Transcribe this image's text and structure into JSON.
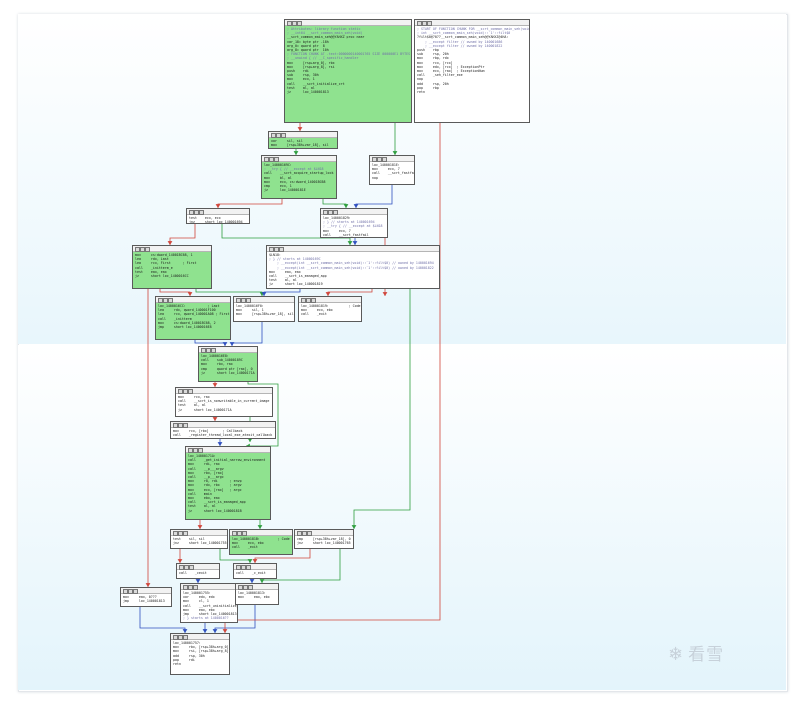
{
  "graph": {
    "nodes": [
      {
        "id": "entry",
        "green": true,
        "lines": [
          "",
          "; Attributes: library function static",
          "",
          "; __int64 __scrt_common_main_seh(void)",
          "__scrt_common_main_seh@@YAHXZ proc near",
          "",
          "var_18= byte ptr -18h",
          "arg_0= qword ptr  8",
          "arg_8= qword ptr  10h",
          "",
          "; FUNCTION CHUNK AT .text:0000000140001765 SIZE 000000E1 BYTES",
          "",
          "; __unwind { // __C_specific_handler",
          "mov     [rsp+arg_0], rbx",
          "mov     [rsp+arg_8], rsi",
          "push    rdi",
          "sub     rsp, 30h",
          "mov     ecx, 1",
          "call    __scrt_initialize_crt",
          "test    al, al",
          "jz      loc_140001813"
        ]
      },
      {
        "id": "chunk",
        "green": false,
        "lines": [
          "; START OF FUNCTION CHUNK FOR __scrt_common_main_seh(void)",
          "",
          "; int __scrt_common_main_seh(void)::`1'::filt$0",
          "?filt$0@?0??__scrt_common_main_seh@@YAHXZ@4HA:",
          "    ; __except filter // owned by 140001686",
          "    ; __except filter // owned by 140001822",
          "push    rbp",
          "sub     rsp, 20h",
          "mov     rbp, rdx",
          "mov     rcx, [rcx]",
          "mov     edx, [rcx]  ; ExceptionPtr",
          "mov     ecx, [rax]  ; ExceptionNum",
          "call    _seh_filter_exe",
          "nop",
          "add     rsp, 20h",
          "pop     rbp",
          "retn"
        ]
      },
      {
        "id": "n1",
        "green": true,
        "lines": [
          "xor     sil, sil",
          "mov     [rsp+38h+var_18], sil"
        ]
      },
      {
        "id": "n2",
        "green": true,
        "lines": [
          "loc_14000169C:",
          "; __try { // __except at $LN18",
          "call    __scrt_acquire_startup_lock",
          "mov     bl, al",
          "mov     ecx, cs:dword_14001BC68",
          "cmp     ecx, 1",
          "jz      loc_14000181E"
        ]
      },
      {
        "id": "n3",
        "green": false,
        "lines": [
          "loc_14000181E:",
          "mov     ecx, 7",
          "call    __scrt_fastfail",
          "nop"
        ]
      },
      {
        "id": "n4",
        "green": false,
        "lines": [
          "test    ecx, ecx",
          "jnz     short loc_140001694"
        ]
      },
      {
        "id": "n5",
        "green": false,
        "lines": [
          "loc_140001829:",
          "; } // starts at 140001694",
          "; __try { // __except at $LN18",
          "mov     ecx, 7",
          "call    __scrt_fastfail"
        ]
      },
      {
        "id": "n6",
        "green": true,
        "lines": [
          "mov     cs:dword_14001BC68, 1",
          "lea     rdx, Last",
          "lea     rcx, First      ; First",
          "call    _initterm_e",
          "test    eax, eax",
          "jz      short loc_1400016CC"
        ]
      },
      {
        "id": "n7",
        "green": false,
        "lines": [
          "$LN18:",
          "; } // starts at 14000169C",
          "    ; __except(int __scrt_common_main_seh(void)::`1'::filt$0) // owned by 140001694",
          "    ; __except(int __scrt_common_main_seh(void)::`1'::filt$0) // owned by 140001822",
          "mov     eax, eax",
          "call    __scrt_is_managed_app",
          "test    al, al",
          "jz      short loc_140001819"
        ]
      },
      {
        "id": "n8",
        "green": true,
        "lines": [
          "loc_1400016CC:           ; Last",
          "lea     rdx, qword_140001F100",
          "lea     rcx, qword_140001A08 ; First",
          "call    _initterm",
          "mov     cs:dword_14001BC68, 2",
          "jmp     short loc_1400016E8"
        ]
      },
      {
        "id": "n9",
        "green": false,
        "lines": [
          "loc_1400016F0:",
          "mov     sil, 1",
          "mov     [rsp+38h+var_18], sil"
        ]
      },
      {
        "id": "n10",
        "green": false,
        "lines": [
          "loc_140001819:          ; Code",
          "mov     ecx, ebx",
          "call    _exit"
        ]
      },
      {
        "id": "n11",
        "green": true,
        "lines": [
          "loc_1400016E8:",
          "call    sub_14000189C",
          "mov     rbx, rax",
          "cmp     qword ptr [rax], 0",
          "jz      short loc_14000171A"
        ]
      },
      {
        "id": "n12",
        "green": false,
        "lines": [
          "mov     rcx, rax",
          "call    __scrt_is_nonwritable_in_current_image",
          "test    al, al",
          "jz      short loc_14000171A"
        ]
      },
      {
        "id": "n13",
        "green": false,
        "lines": [
          "mov     rcx, [rbx]       ; Callback",
          "call    _register_thread_local_exe_atexit_callback"
        ]
      },
      {
        "id": "n14",
        "green": true,
        "lines": [
          "loc_14000171A:",
          "call    _get_initial_narrow_environment",
          "mov     rdi, rax",
          "call    __p___argv",
          "mov     rbx, [rax]",
          "call    __p___argc",
          "mov     r8, rdi      ; envp",
          "mov     rdx, rbx     ; argv",
          "mov     ecx, [rax]   ; argc",
          "call    main",
          "mov     ebx, eax",
          "call    __scrt_is_managed_app",
          "test    al, al",
          "jz      short loc_14000181B"
        ]
      },
      {
        "id": "n15",
        "green": false,
        "lines": [
          "test    sil, sil",
          "jnz     short loc_140001755"
        ]
      },
      {
        "id": "n16",
        "green": true,
        "lines": [
          "loc_14000181B:         ; Code",
          "mov     ecx, ebx",
          "call    _exit"
        ]
      },
      {
        "id": "n17",
        "green": false,
        "lines": [
          "cmp     [rsp+38h+var_18], 0",
          "jnz     short loc_140001765"
        ]
      },
      {
        "id": "n18",
        "green": false,
        "lines": [
          "call    _cexit"
        ]
      },
      {
        "id": "n19",
        "green": false,
        "lines": [
          "call    _c_exit"
        ]
      },
      {
        "id": "n20",
        "green": false,
        "lines": [
          "mov     eax, 0???",
          "jmp     loc_140001813"
        ]
      },
      {
        "id": "n21",
        "green": false,
        "lines": [
          "loc_140001755:",
          "xor     edx, edx",
          "mov     cl, 1",
          "call    __scrt_uninitialize_crt",
          "mov     eax, ebx",
          "jmp     short loc_140001813",
          "; } starts at 1400016??"
        ]
      },
      {
        "id": "n22",
        "green": false,
        "lines": [
          "loc_140001813:",
          "mov     eax, ebx"
        ]
      },
      {
        "id": "n23",
        "green": false,
        "lines": [
          "loc_140001757:",
          "mov     rbx, [rsp+38h+arg_0]",
          "mov     rsi, [rsp+38h+arg_8]",
          "add     rsp, 30h",
          "pop     rdi",
          "retn"
        ]
      }
    ]
  },
  "watermark": {
    "text": "看雪",
    "icon": "snowflake-icon"
  },
  "colors": {
    "node_green": "#8fe28f",
    "edge_true": "#2e9e3e",
    "edge_false": "#d0453a",
    "edge_uncond": "#2f4fbf"
  }
}
